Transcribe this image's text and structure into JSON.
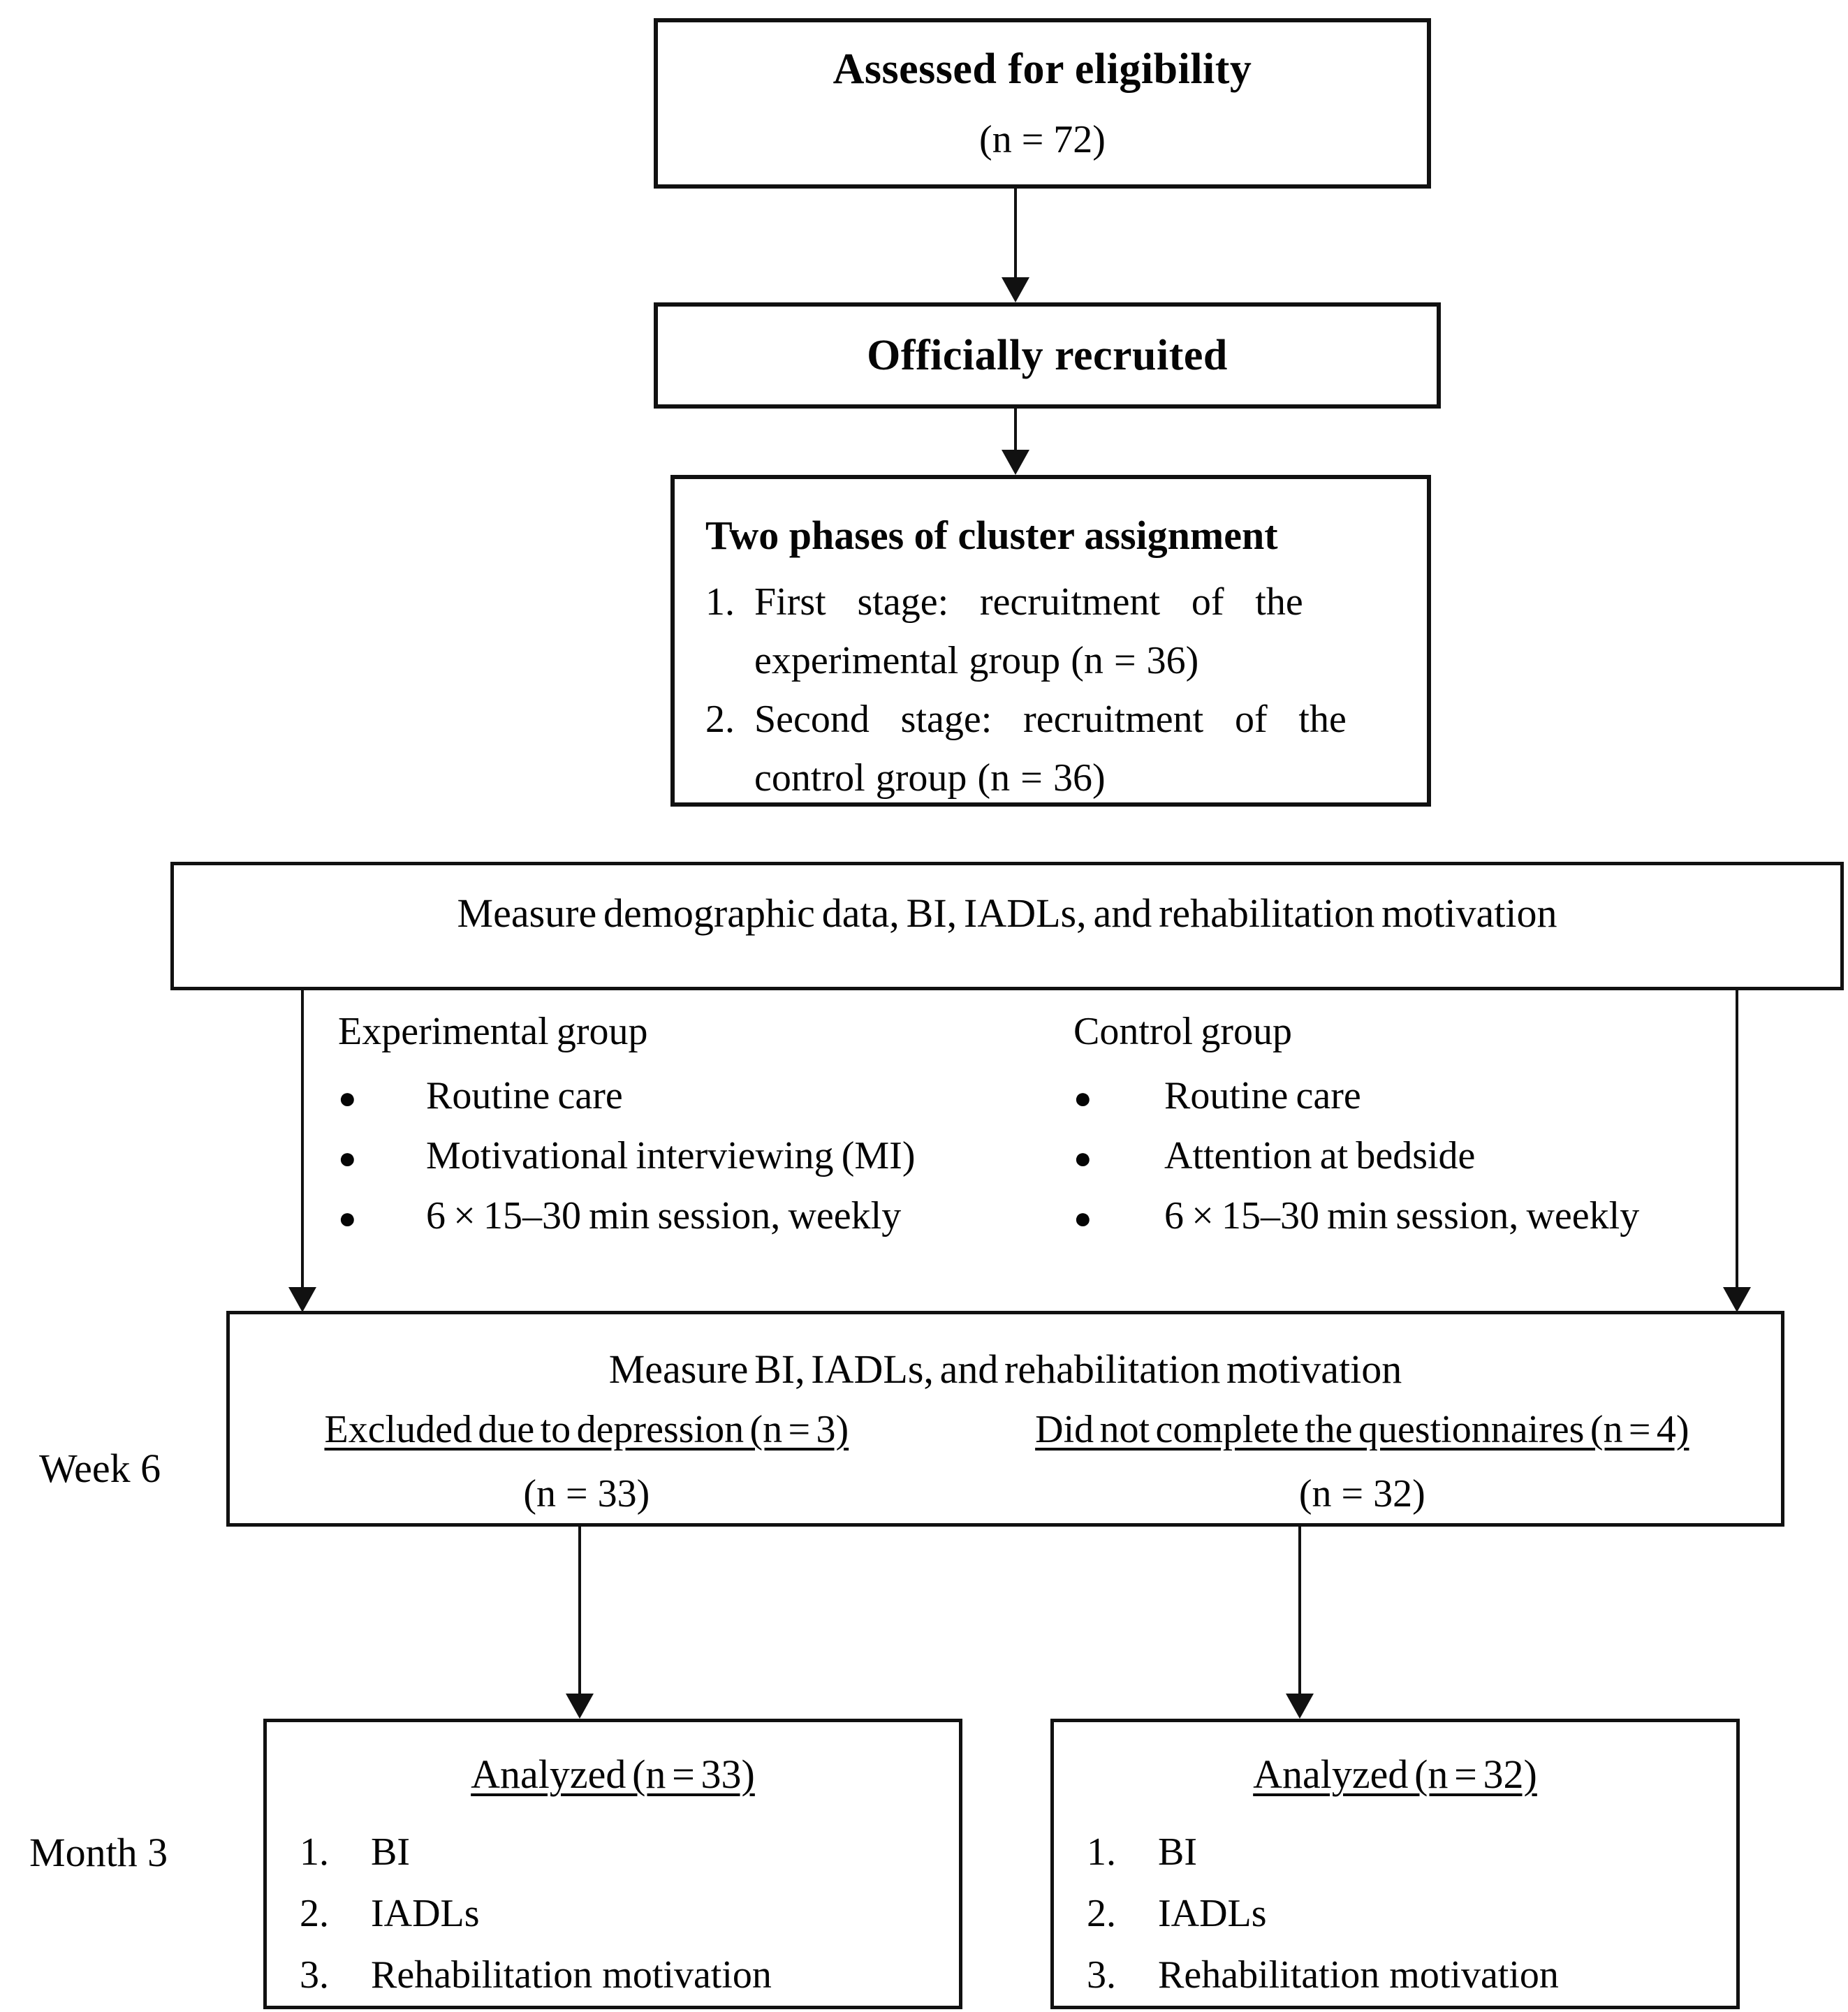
{
  "ui": {
    "bullet": "●",
    "border_color": "#111111",
    "background": "#ffffff",
    "text_color": "#050505"
  },
  "labels": {
    "week6": "Week 6",
    "month3": "Month 3"
  },
  "eligibility": {
    "title": "Assessed for eligibility",
    "n": "(n = 72)"
  },
  "recruited": {
    "title": "Officially recruited"
  },
  "cluster": {
    "title": "Two phases of cluster assignment",
    "items": [
      {
        "num": "1.",
        "line1": "First stage: recruitment of the",
        "line2": "experimental group (n = 36)"
      },
      {
        "num": "2.",
        "line1": "Second stage: recruitment of the",
        "line2": "control group (n = 36)"
      }
    ]
  },
  "baseline": {
    "text": "Measure demographic data, BI, IADLs, and rehabilitation motivation"
  },
  "groups": {
    "experimental": {
      "title": "Experimental group",
      "bullets": [
        "Routine care",
        "Motivational interviewing (MI)",
        "6 × 15–30 min session, weekly"
      ]
    },
    "control": {
      "title": "Control group",
      "bullets": [
        "Routine care",
        "Attention at bedside",
        "6 × 15–30 min session, weekly"
      ]
    }
  },
  "week6": {
    "measure": "Measure BI, IADLs, and rehabilitation motivation",
    "excluded_left": "Excluded due to depression (n = 3)",
    "excluded_right": "Did not complete the questionnaires (n = 4)",
    "n_left": "(n = 33)",
    "n_right": "(n = 32)"
  },
  "analyzed": {
    "left": {
      "title": "Analyzed (n = 33)",
      "items": [
        {
          "num": "1.",
          "text": "BI"
        },
        {
          "num": "2.",
          "text": "IADLs"
        },
        {
          "num": "3.",
          "text": "Rehabilitation motivation"
        }
      ]
    },
    "right": {
      "title": "Analyzed (n = 32)",
      "items": [
        {
          "num": "1.",
          "text": "BI"
        },
        {
          "num": "2.",
          "text": "IADLs"
        },
        {
          "num": "3.",
          "text": "Rehabilitation motivation"
        }
      ]
    }
  }
}
